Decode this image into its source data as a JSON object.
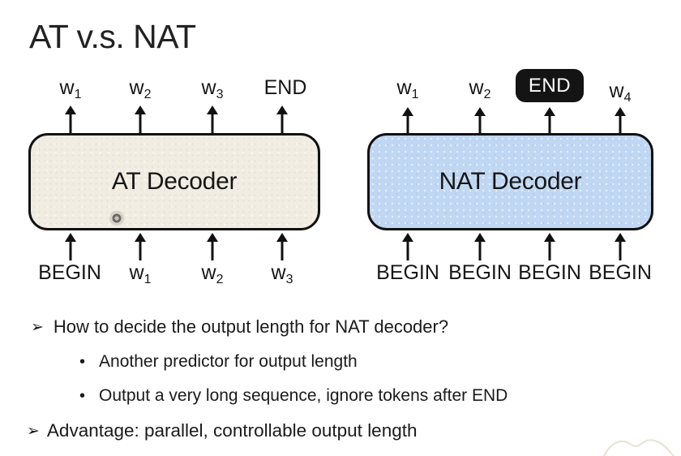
{
  "slide": {
    "title": "AT v.s. NAT"
  },
  "at_decoder": {
    "label": "AT Decoder",
    "outputs": [
      {
        "text": "w",
        "sub": "1"
      },
      {
        "text": "w",
        "sub": "2"
      },
      {
        "text": "w",
        "sub": "3"
      },
      {
        "text": "END",
        "sub": ""
      }
    ],
    "inputs": [
      {
        "text": "BEGIN",
        "sub": ""
      },
      {
        "text": "w",
        "sub": "1"
      },
      {
        "text": "w",
        "sub": "2"
      },
      {
        "text": "w",
        "sub": "3"
      }
    ]
  },
  "nat_decoder": {
    "label": "NAT Decoder",
    "outputs": [
      {
        "text": "w",
        "sub": "1"
      },
      {
        "text": "w",
        "sub": "2"
      },
      {
        "text": "END",
        "sub": "",
        "highlighted": true
      },
      {
        "text": "w",
        "sub": "4"
      }
    ],
    "inputs": [
      {
        "text": "BEGIN",
        "sub": ""
      },
      {
        "text": "BEGIN",
        "sub": ""
      },
      {
        "text": "BEGIN",
        "sub": ""
      },
      {
        "text": "BEGIN",
        "sub": ""
      }
    ]
  },
  "bullets": {
    "q1_marker": "➢",
    "q1": "How to decide the output length for NAT decoder?",
    "sub_marker": "•",
    "sub1": "Another predictor for output length",
    "sub2": "Output a very long sequence, ignore tokens after END",
    "q2_marker": "➢",
    "q2": "Advantage: parallel, controllable output length"
  },
  "colors": {
    "at_box_fill": "#f2ede3",
    "nat_box_fill": "#c0d7f3",
    "box_border": "#111111",
    "end_badge_bg": "#141414",
    "end_badge_text": "#ffffff",
    "text": "#1a1a1a"
  }
}
